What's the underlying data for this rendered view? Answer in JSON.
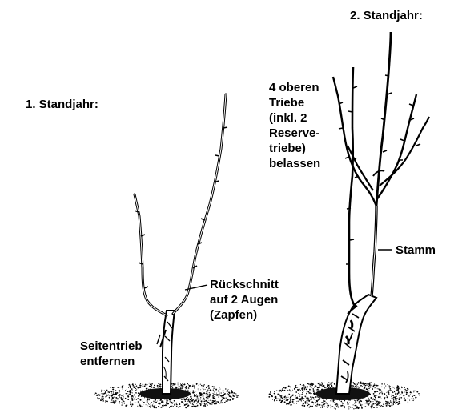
{
  "year1": {
    "title": "1. Standjahr:",
    "label_cut": [
      "Rückschnitt",
      "auf 2 Augen",
      "(Zapfen)"
    ],
    "label_side": [
      "Seitentrieb",
      "entfernen"
    ]
  },
  "year2": {
    "title": "2. Standjahr:",
    "label_keep": [
      "4 oberen",
      "Triebe",
      "(inkl. 2",
      "Reserve-",
      "triebe)",
      "belassen"
    ],
    "label_trunk": "Stamm"
  }
}
